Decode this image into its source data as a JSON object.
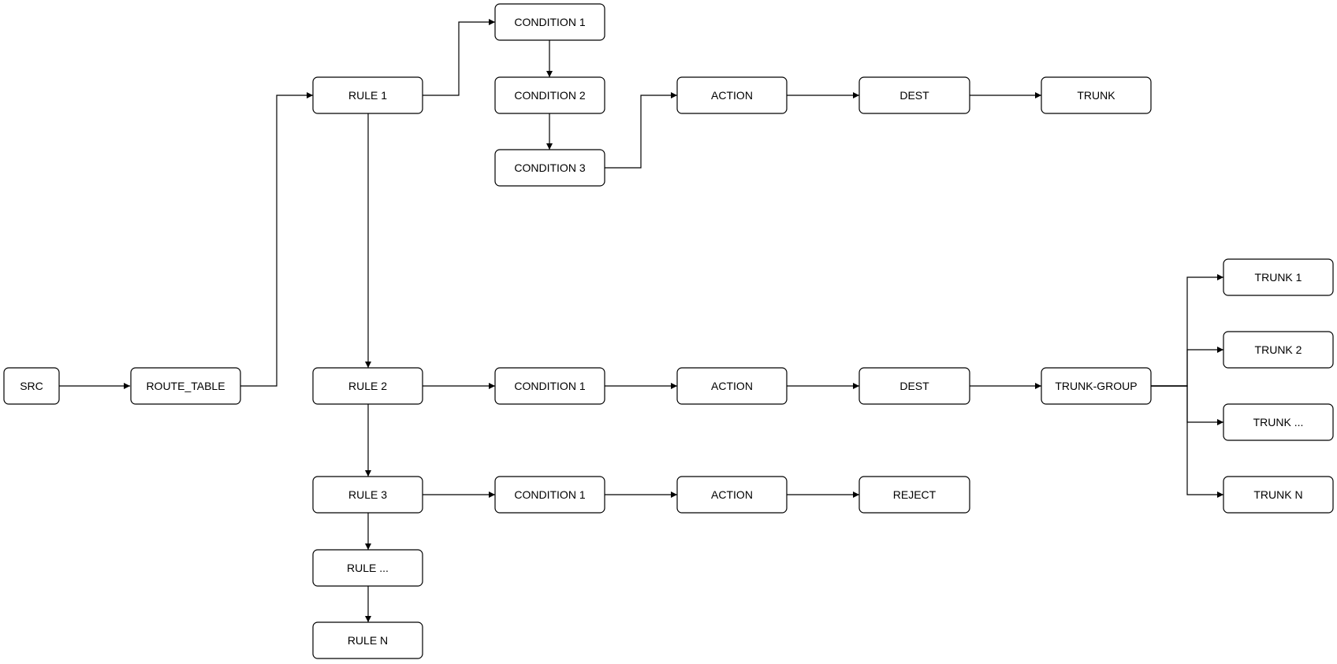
{
  "nodes": {
    "src": "SRC",
    "route_table": "ROUTE_TABLE",
    "rule1": "RULE 1",
    "rule2": "RULE 2",
    "rule3": "RULE 3",
    "rule_more": "RULE ...",
    "rule_n": "RULE N",
    "r1_condition1": "CONDITION 1",
    "r1_condition2": "CONDITION 2",
    "r1_condition3": "CONDITION 3",
    "r1_action": "ACTION",
    "r1_dest": "DEST",
    "r1_trunk": "TRUNK",
    "r2_condition1": "CONDITION 1",
    "r2_action": "ACTION",
    "r2_dest": "DEST",
    "r2_trunk_group": "TRUNK-GROUP",
    "trunk1": "TRUNK 1",
    "trunk2": "TRUNK 2",
    "trunk_more": "TRUNK ...",
    "trunk_n": "TRUNK N",
    "r3_condition1": "CONDITION 1",
    "r3_action": "ACTION",
    "r3_reject": "REJECT"
  },
  "colors": {
    "stroke": "#000000",
    "fill": "#ffffff",
    "text": "#000000"
  }
}
